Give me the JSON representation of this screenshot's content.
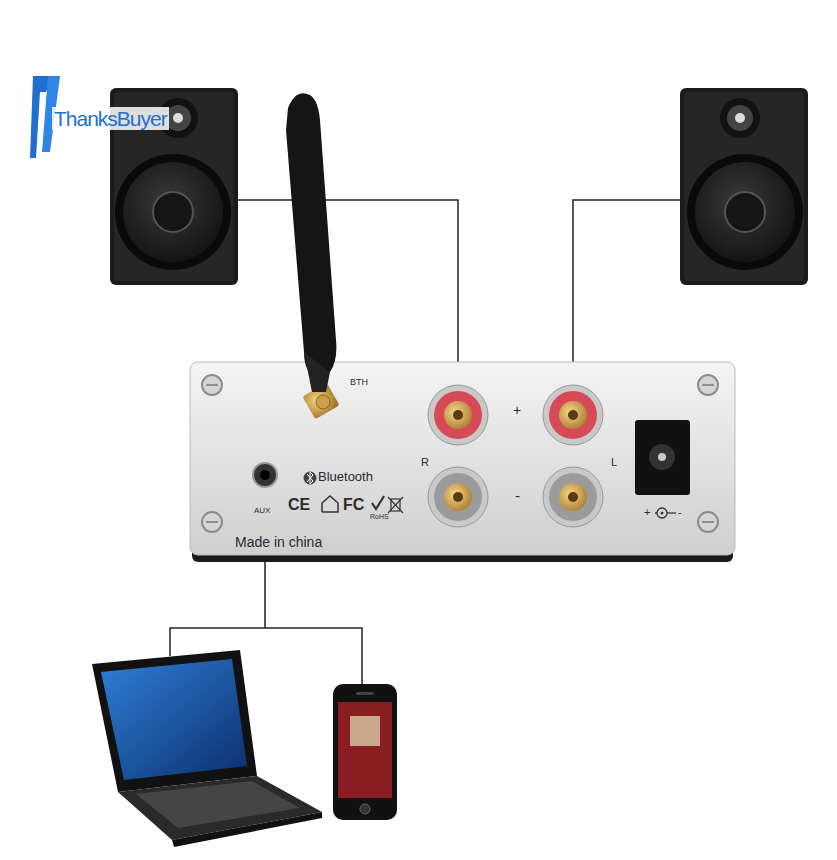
{
  "diagram": {
    "nodes": [
      {
        "text": [
          "BTH",
          "+",
          "R",
          "L",
          "-",
          "AUX",
          "Bluetooth",
          "CE",
          "FC",
          "RoHS",
          "Made in china",
          "+",
          "-"
        ]
      }
    ],
    "labels": [
      "ThanksBuyer"
    ]
  }
}
